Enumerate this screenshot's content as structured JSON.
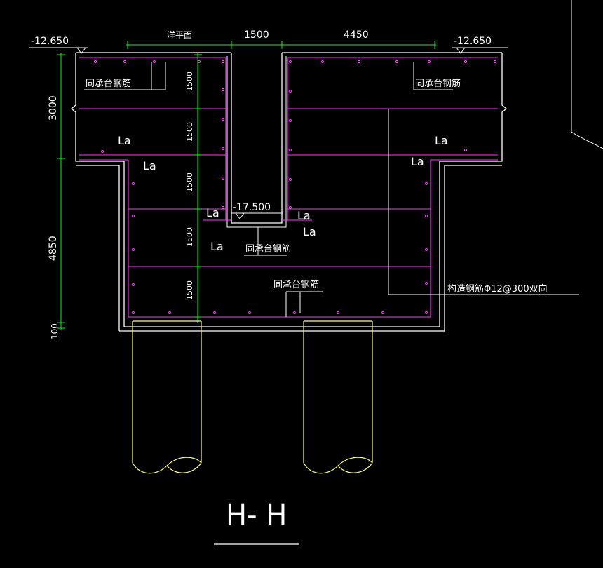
{
  "drawing": {
    "section_title": "H- H",
    "elevations": {
      "left_top": "-12.650",
      "right_top": "-12.650",
      "pit_bottom": "-17.500"
    },
    "dimensions_top": {
      "label_1": "洋平面",
      "label_2": "1500",
      "label_3": "4450"
    },
    "dimensions_left": {
      "upper": "3000",
      "lower": "4850",
      "bottom": "100"
    },
    "layer_spacing": [
      "1500",
      "1500",
      "1500",
      "1500",
      "1500"
    ],
    "rebar_notes": {
      "cap_note": "同承台钢筋",
      "structural": "构造钢筋Φ12@300双向"
    },
    "anchorage": "La",
    "colors": {
      "background": "#000000",
      "outline": "#ffffff",
      "rebar": "#ff00ff",
      "dimension": "#00ff00",
      "pile": "#ffff80"
    }
  }
}
